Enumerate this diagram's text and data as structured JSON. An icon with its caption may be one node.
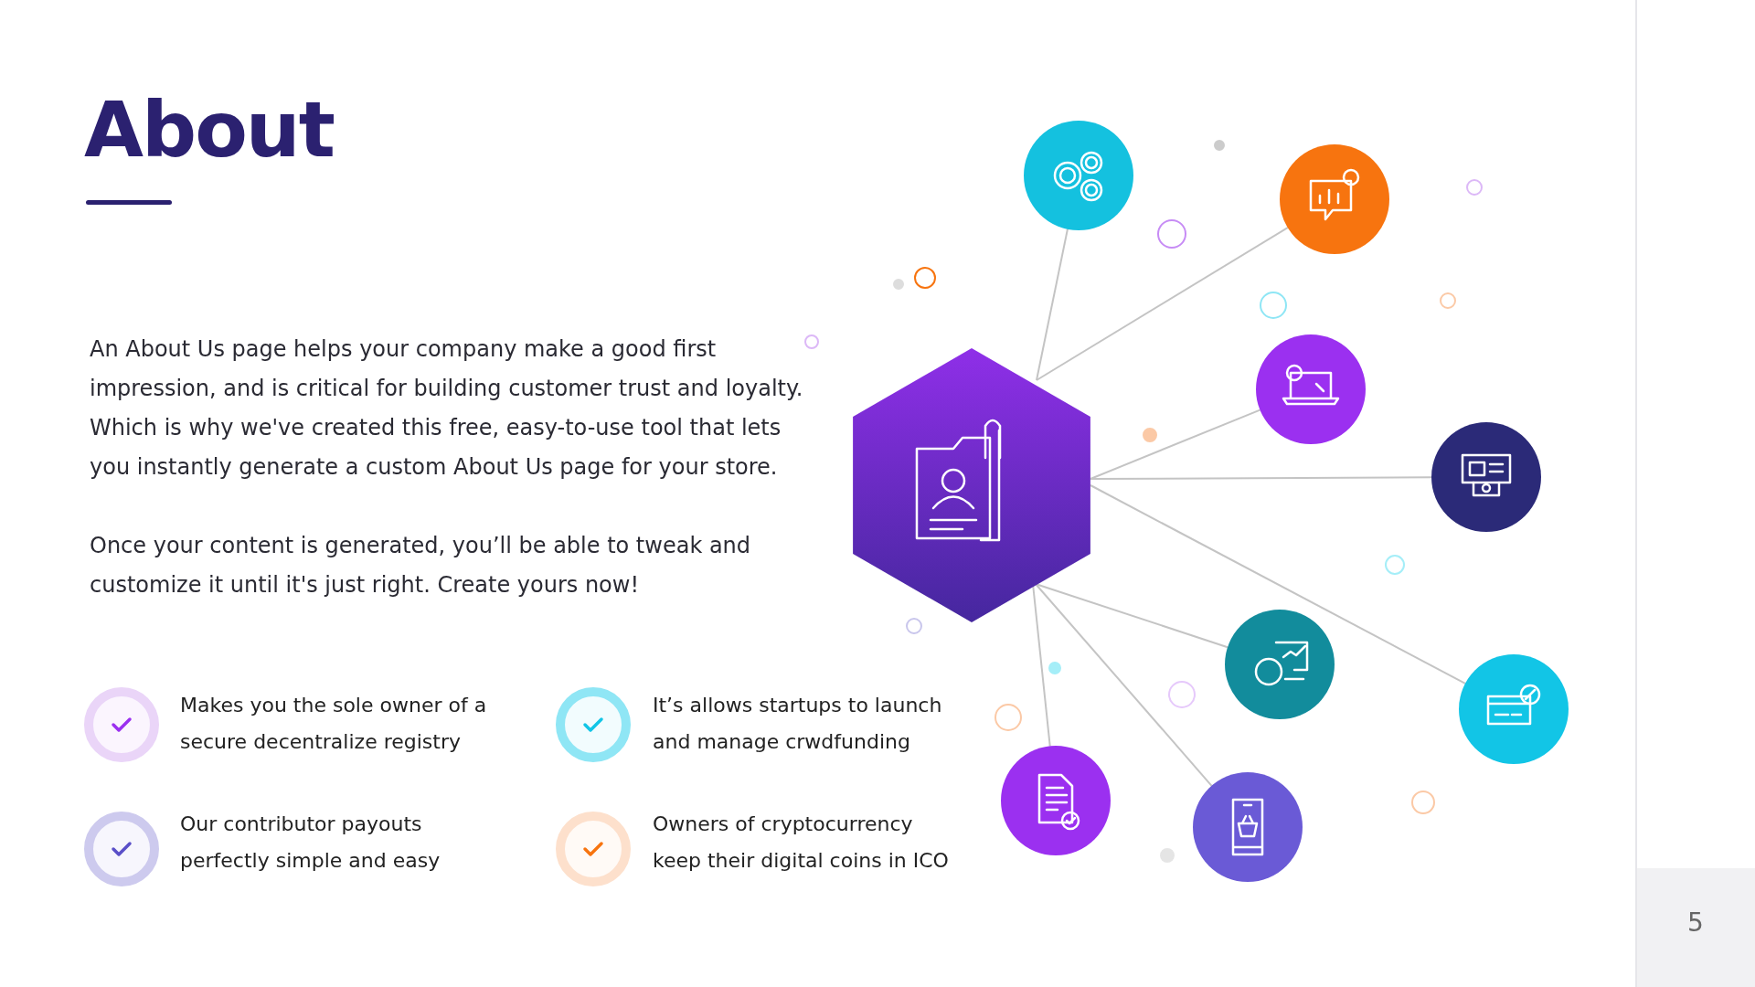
{
  "diagram": {
    "title": "About",
    "nodes": [
      {
        "text": [],
        "shape": "hexagon"
      },
      {
        "text": [],
        "shape": "circle"
      },
      {
        "text": [],
        "shape": "circle"
      },
      {
        "text": [],
        "shape": "circle"
      },
      {
        "text": [],
        "shape": "circle"
      },
      {
        "text": [],
        "shape": "circle"
      },
      {
        "text": [],
        "shape": "circle"
      },
      {
        "text": [],
        "shape": "circle"
      },
      {
        "text": [],
        "shape": "circle"
      }
    ],
    "edges": [
      {
        "from": 0,
        "to": 1,
        "arrow": "none"
      },
      {
        "from": 0,
        "to": 2,
        "arrow": "none"
      },
      {
        "from": 0,
        "to": 3,
        "arrow": "none"
      },
      {
        "from": 0,
        "to": 4,
        "arrow": "none"
      },
      {
        "from": 0,
        "to": 5,
        "arrow": "none"
      },
      {
        "from": 0,
        "to": 6,
        "arrow": "none"
      },
      {
        "from": 0,
        "to": 7,
        "arrow": "none"
      },
      {
        "from": 0,
        "to": 8,
        "arrow": "none"
      }
    ],
    "labels": [
      "An About Us page helps your company make a good first impression, and is critical for building customer trust and loyalty. Which is why we've created this free, easy-to-use tool that lets you instantly generate a custom About Us page for your store.",
      "Once your content is generated, you’ll be able to tweak and customize it until it's just right. Create yours now!",
      "Makes you the sole owner of a secure decentralize registry",
      "It’s allows startups to launch and manage crwdfunding",
      "Our contributor payouts perfectly simple and easy",
      "Owners of cryptocurrency keep their digital coins in ICO",
      "5"
    ]
  }
}
